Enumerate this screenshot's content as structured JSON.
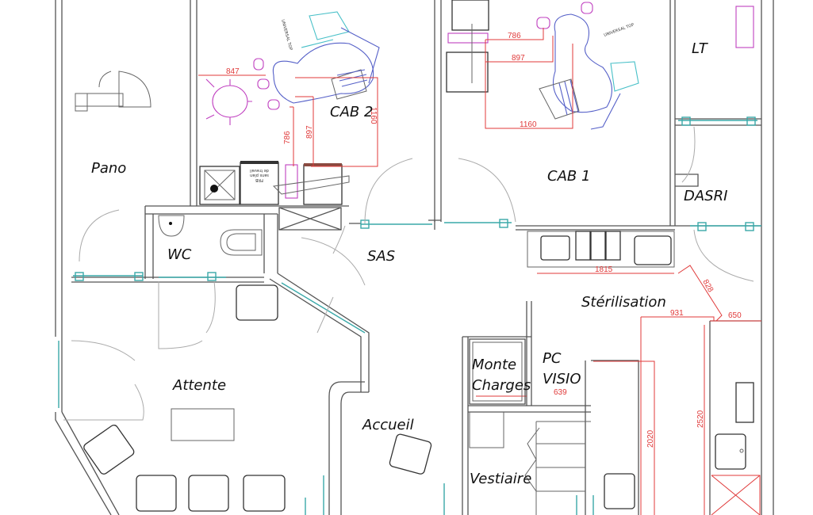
{
  "rooms": {
    "pano": "Pano",
    "cab2": "CAB 2",
    "cab1": "CAB 1",
    "lt": "LT",
    "dasri": "DASRI",
    "wc": "WC",
    "sas": "SAS",
    "sterilisation": "Stérilisation",
    "attente": "Attente",
    "accueil": "Accueil",
    "monte_charges_1": "Monte",
    "monte_charges_2": "Charges",
    "pc_visio_1": "PC",
    "pc_visio_2": "VISIO",
    "vestiaire": "Vestiaire"
  },
  "dimensions": {
    "cab2": {
      "a": "847",
      "b": "786",
      "c": "897",
      "d": "1160"
    },
    "cab1": {
      "a": "786",
      "b": "897",
      "c": "1160"
    },
    "sterilisation": {
      "a": "1815",
      "b": "828",
      "c": "931",
      "d": "650",
      "e": "2020",
      "f": "2520"
    },
    "pc_visio": {
      "a": "639"
    }
  },
  "annotations": {
    "frb_1": "FRB",
    "frb_2": "sans plan",
    "frb_3": "de travail",
    "unit_cab2": "UNIVERSAL TOP",
    "unit_cab1": "UNIVERSAL TOP"
  },
  "colors": {
    "walls": "#555555",
    "dimensions": "#e03a3a",
    "glass": "#3aa9a9",
    "furniture_magenta": "#c040c0",
    "chair_blue": "#5560c8"
  }
}
